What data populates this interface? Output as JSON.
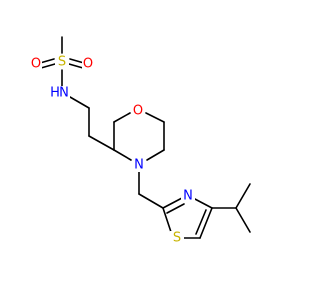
{
  "colors": {
    "bond": "#000000",
    "oxygen": "#ff0000",
    "nitrogen": "#0000ff",
    "sulfur": "#c8b400",
    "background": "#ffffff"
  },
  "atoms": {
    "o_top": "O",
    "s_sulfonyl": "S",
    "o_left": "O",
    "o_right": "O",
    "nh": "H",
    "n_amide": "N",
    "o_ring": "O",
    "n_ring": "N",
    "s_thiazole": "S",
    "n_thiazole": "N"
  }
}
